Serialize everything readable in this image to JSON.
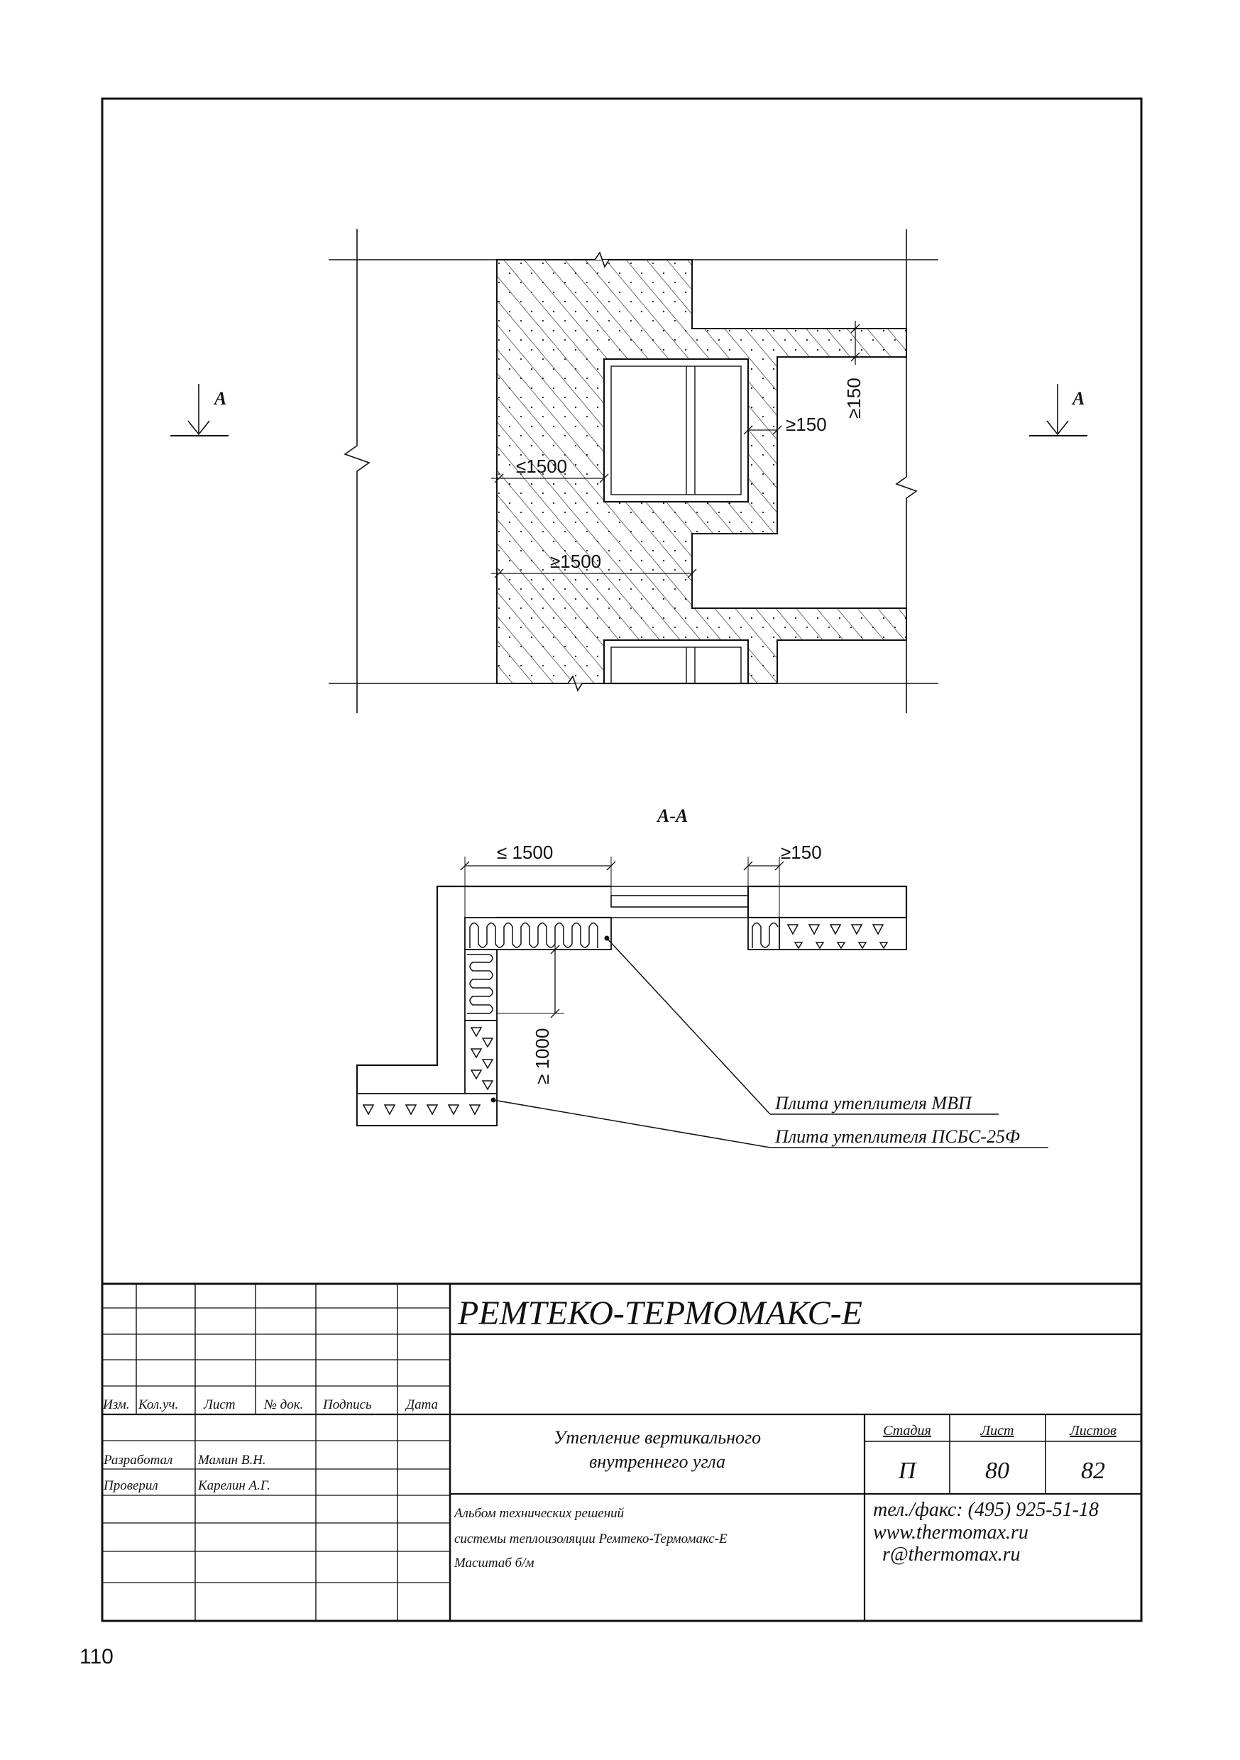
{
  "drawing": {
    "elevation": {
      "section_mark_label": "A",
      "dim_opening_max": "≤1500",
      "dim_pier_min": "≥1500",
      "dim_side_min": "≥150",
      "dim_top_min": "≥150"
    },
    "section": {
      "title": "А-А",
      "dim_width_max": "≤ 1500",
      "dim_return_min": "≥150",
      "dim_depth_min": "≥ 1000",
      "callout_mvp": "Плита утеплителя  МВП",
      "callout_psbs": "Плита утеплителя ПСБС-25Ф"
    }
  },
  "title_block": {
    "company": "РЕМТЕКО-ТЕРМОМАКС-Е",
    "headers": {
      "izm": "Изм.",
      "kol_uch": "Кол.уч.",
      "list": "Лист",
      "n_dok": "№ док.",
      "podpis": "Подпись",
      "data": "Дата"
    },
    "developed_label": "Разработал",
    "developed_name": "Мамин В.Н.",
    "checked_label": "Проверил",
    "checked_name": "Карелин А.Г.",
    "sheet_title_line1": "Утепление вертикального",
    "sheet_title_line2": "внутреннего угла",
    "stage_label": "Стадия",
    "stage_value": "П",
    "sheet_label": "Лист",
    "sheet_value": "80",
    "sheets_label": "Листов",
    "sheets_value": "82",
    "album_line1": "Альбом технических решений",
    "album_line2": "системы теплоизоляции Ремтеко-Термомакс-Е",
    "album_line3": "Масштаб б/м",
    "phone": "тел./факс: (495) 925-51-18",
    "website": "www.thermomax.ru",
    "email": "r@thermomax.ru"
  },
  "page": {
    "number": "110"
  }
}
